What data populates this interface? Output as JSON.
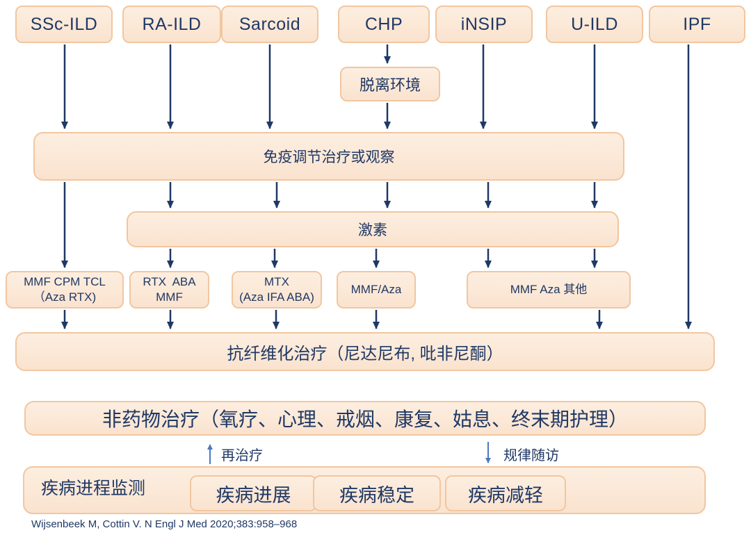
{
  "colors": {
    "box_fill_top": "#fdeee0",
    "box_fill_bottom": "#fae3cf",
    "box_border": "#f1c6a0",
    "text": "#1f3864",
    "arrow": "#1f3864",
    "light_arrow": "#4b79bd",
    "background": "#ffffff"
  },
  "top_row": [
    {
      "label": "SSc-ILD"
    },
    {
      "label": "RA-ILD"
    },
    {
      "label": "Sarcoid"
    },
    {
      "label": "CHP"
    },
    {
      "label": "iNSIP"
    },
    {
      "label": "U-ILD"
    },
    {
      "label": "IPF"
    }
  ],
  "env_box": {
    "label": "脱离环境"
  },
  "immuno_box": {
    "label": "免疫调节治疗或观察"
  },
  "steroid_box": {
    "label": "激素"
  },
  "drug_boxes": [
    {
      "line1": "MMF CPM TCL",
      "line2": "（Aza RTX)"
    },
    {
      "line1": "RTX  ABA",
      "line2": "MMF"
    },
    {
      "line1": "MTX",
      "line2": "(Aza IFA ABA)"
    },
    {
      "line1": "MMF/Aza",
      "line2": ""
    },
    {
      "line1": "MMF Aza 其他",
      "line2": ""
    }
  ],
  "antifibrotic_box": {
    "label": "抗纤维化治疗（尼达尼布, 吡非尼酮）"
  },
  "nonpharma_box": {
    "label": "非药物治疗（氧疗、心理、戒烟、康复、姑息、终末期护理）"
  },
  "feedback": {
    "retreat_label": "再治疗",
    "followup_label": "规律随访"
  },
  "monitor": {
    "label": "疾病进程监测",
    "items": [
      {
        "label": "疾病进展"
      },
      {
        "label": "疾病稳定"
      },
      {
        "label": "疾病减轻"
      }
    ]
  },
  "citation": "Wijsenbeek M, Cottin V. N Engl J Med 2020;383:958–968"
}
